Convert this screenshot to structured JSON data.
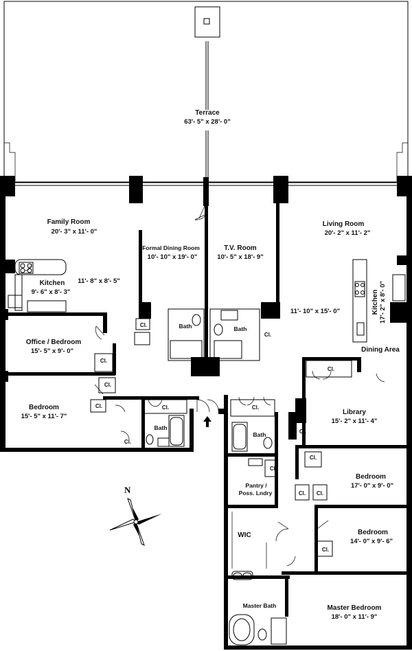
{
  "rooms": {
    "terrace": {
      "name": "Terrace",
      "dim": "63'- 5\" x 28'- 0\""
    },
    "family_room": {
      "name": "Family Room",
      "dim": "20'- 3\" x 11'- 0\""
    },
    "formal_dining": {
      "name": "Formal Dining Room",
      "dim": "10'- 10\" x 19'- 0\""
    },
    "tv_room": {
      "name": "T.V. Room",
      "dim": "10'- 5\" x 18'- 9\""
    },
    "living_room": {
      "name": "Living Room",
      "dim": "20'- 2\" x 11'- 2\""
    },
    "kitchen_left": {
      "name": "Kitchen",
      "dim": "9'- 6\" x 8'- 3\""
    },
    "kitchen_right": {
      "name": "Kitchen",
      "dim": "17'- 2\" x 8'- 0\""
    },
    "office": {
      "name": "Office / Bedroom",
      "dim": "15'- 5\" x 9'- 0\""
    },
    "bedroom_left": {
      "name": "Bedroom",
      "dim": "15'- 5\" x 11'- 7\""
    },
    "library": {
      "name": "Library",
      "dim": "15'- 2\" x 11'- 4\""
    },
    "bedroom_r1": {
      "name": "Bedroom",
      "dim": "17'- 0\" x 9'- 0\""
    },
    "bedroom_r2": {
      "name": "Bedroom",
      "dim": "14'- 0\" x 9'- 6\""
    },
    "master_bedroom": {
      "name": "Master Bedroom",
      "dim": "18'- 0\" x 11'- 9\""
    }
  },
  "extra_dims": {
    "family_extension": "11'- 8\" x 8'- 5\"",
    "living_extension": "11'- 10\" x 15'- 0\""
  },
  "labels": {
    "dining_area": "Dining Area",
    "bath": "Bath",
    "master_bath": "Master Bath",
    "pantry_line1": "Pantry /",
    "pantry_line2": "Poss. Lndry",
    "wic": "WIC",
    "closet": "Cl."
  },
  "compass": {
    "north": "N"
  }
}
